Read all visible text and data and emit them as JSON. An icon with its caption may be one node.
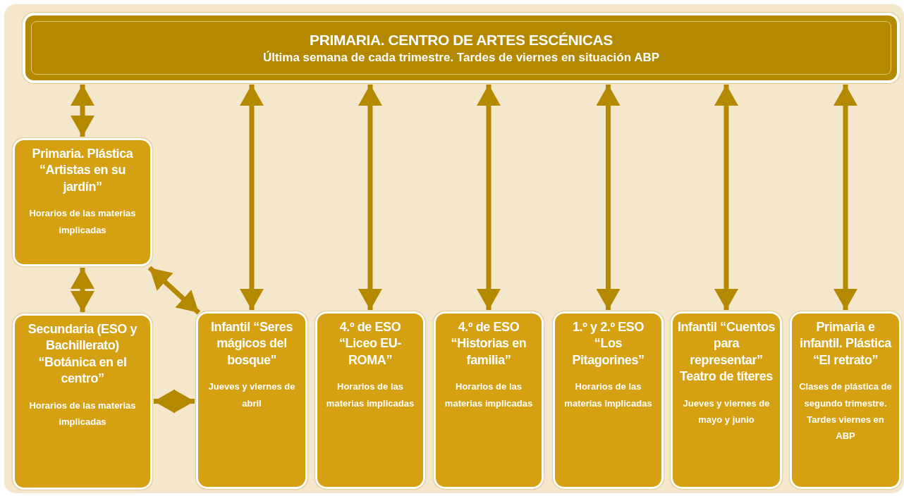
{
  "diagram": {
    "nodes": [
      {
        "text": [
          "PRIMARIA. CENTRO DE ARTES ESCÉNICAS",
          "Última semana de cada trimestre. Tardes de viernes en situación ABP"
        ]
      },
      {
        "text": [
          "Primaria. Plástica “Artistas en su jardín”",
          "Horarios de las materias implicadas"
        ]
      },
      {
        "text": [
          "Secundaria (ESO y Bachillerato) “Botánica en el centro”",
          "Horarios de las materias implicadas"
        ]
      },
      {
        "text": [
          "Infantil “Seres mágicos del bosque\"",
          "Jueves y viernes de abril"
        ]
      },
      {
        "text": [
          "4.º de ESO “Liceo EU-ROMA”",
          "Horarios de las materias implicadas"
        ]
      },
      {
        "text": [
          "4.º de ESO “Historias en familia”",
          "Horarios de las materias implicadas"
        ]
      },
      {
        "text": [
          "1.º y 2.º ESO “Los Pitagorines”",
          "Horarios de las materias implicadas"
        ]
      },
      {
        "text": [
          "Infantil “Cuentos para representar” Teatro de títeres",
          "Jueves y viernes de mayo y junio"
        ]
      },
      {
        "text": [
          "Primaria e infantil. Plástica “El retrato”",
          "Clases de plástica de segundo trimestre. Tardes viernes en ABP"
        ]
      }
    ],
    "edges": [
      {
        "from": 0,
        "to": 1,
        "arrow": "both"
      },
      {
        "from": 1,
        "to": 2,
        "arrow": "both"
      },
      {
        "from": 1,
        "to": 3,
        "arrow": "both"
      },
      {
        "from": 2,
        "to": 3,
        "arrow": "both"
      },
      {
        "from": 0,
        "to": 3,
        "arrow": "both"
      },
      {
        "from": 0,
        "to": 4,
        "arrow": "both"
      },
      {
        "from": 0,
        "to": 5,
        "arrow": "both"
      },
      {
        "from": 0,
        "to": 6,
        "arrow": "both"
      },
      {
        "from": 0,
        "to": 7,
        "arrow": "both"
      },
      {
        "from": 0,
        "to": 8,
        "arrow": "both"
      }
    ]
  }
}
